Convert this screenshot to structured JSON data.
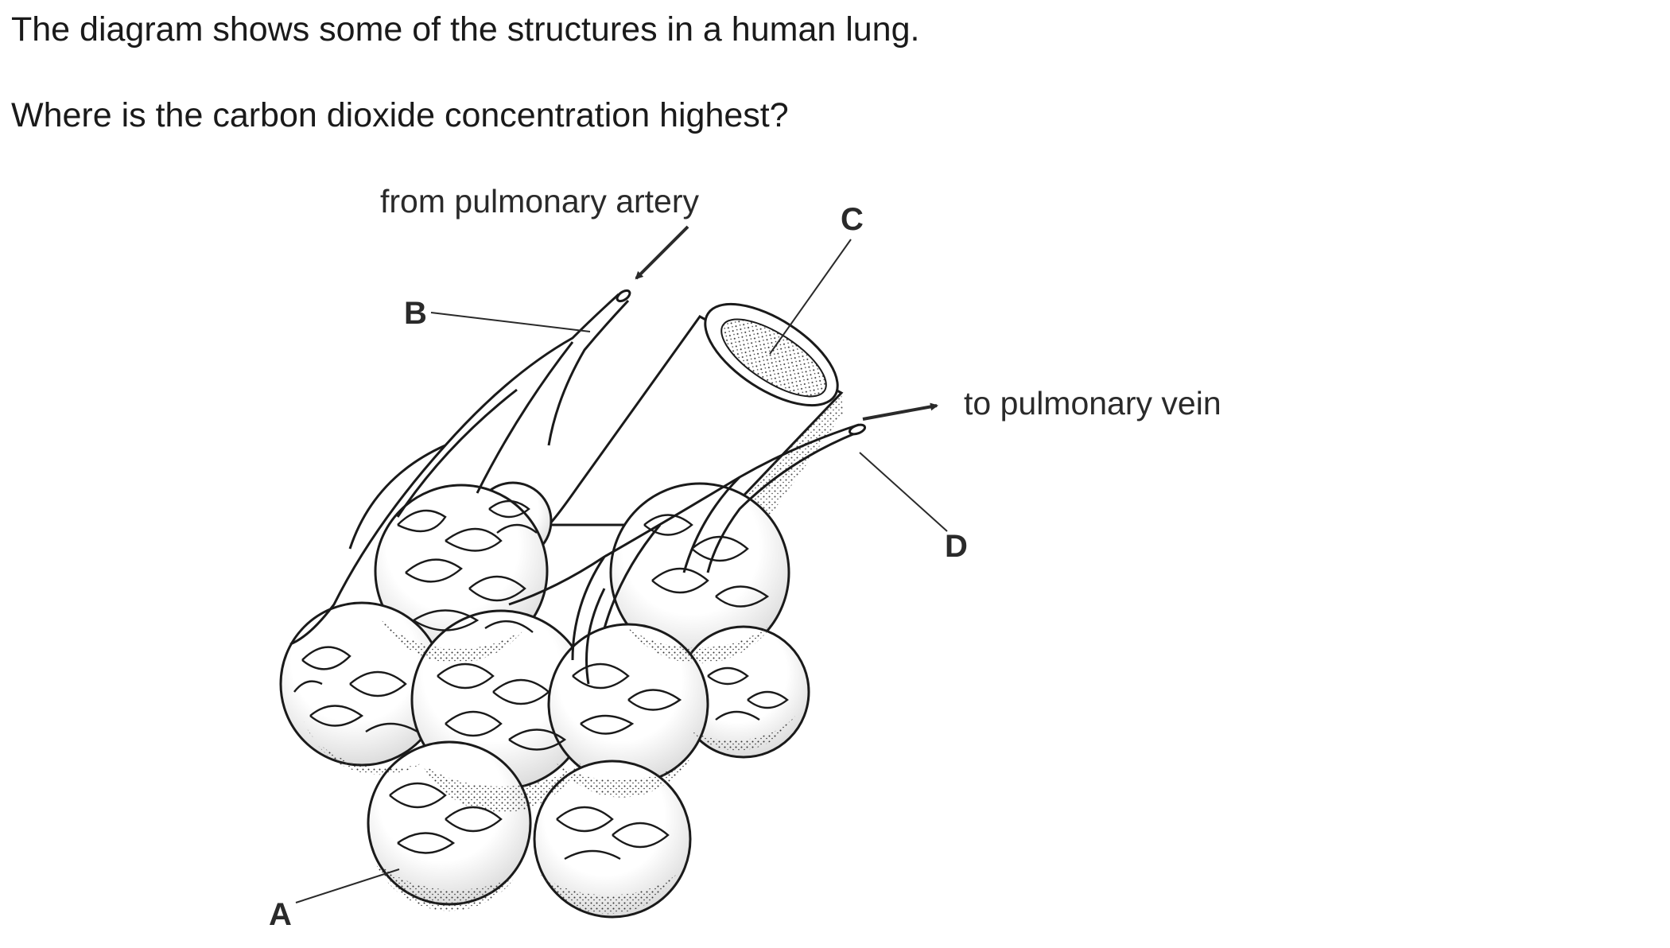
{
  "question": {
    "intro": "The diagram shows some of the structures in a human lung.",
    "prompt": "Where is the carbon dioxide concentration highest?"
  },
  "diagram": {
    "annotations": {
      "artery": "from pulmonary artery",
      "vein": "to pulmonary vein"
    },
    "labels": {
      "a": "A",
      "b": "B",
      "c": "C",
      "d": "D"
    }
  }
}
